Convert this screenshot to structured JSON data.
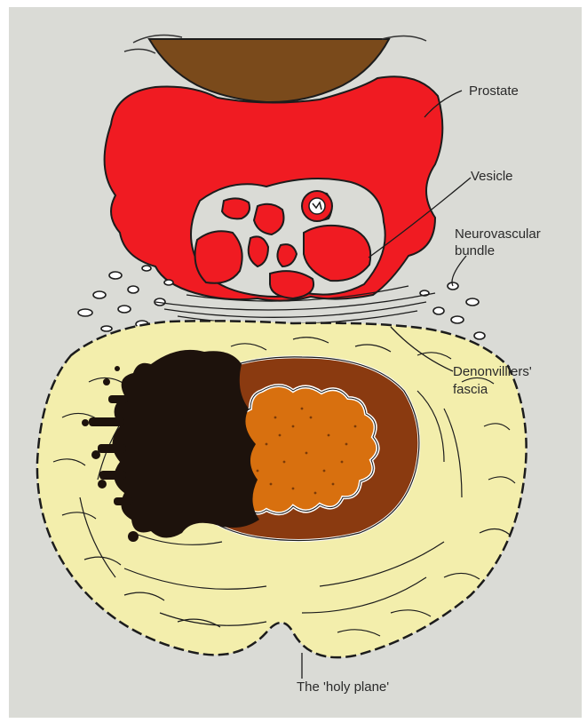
{
  "labels": {
    "prostate": "Prostate",
    "vesicle": "Vesicle",
    "neurovascular_line1": "Neurovascular",
    "neurovascular_line2": "bundle",
    "denonvilliers_line1": "Denonvilliers'",
    "denonvilliers_line2": "fascia",
    "holy_plane": "The 'holy plane'"
  },
  "colors": {
    "background": "#dadbd6",
    "prostate": "#f01b22",
    "vesicle_outline": "#2a1b12",
    "mesorectum": "#f3eeac",
    "tumour": "#1d120c",
    "rectal_wall": "#8a3a10",
    "rectal_lumen": "#d8700f",
    "fascia_line": "#1c1c1c"
  }
}
